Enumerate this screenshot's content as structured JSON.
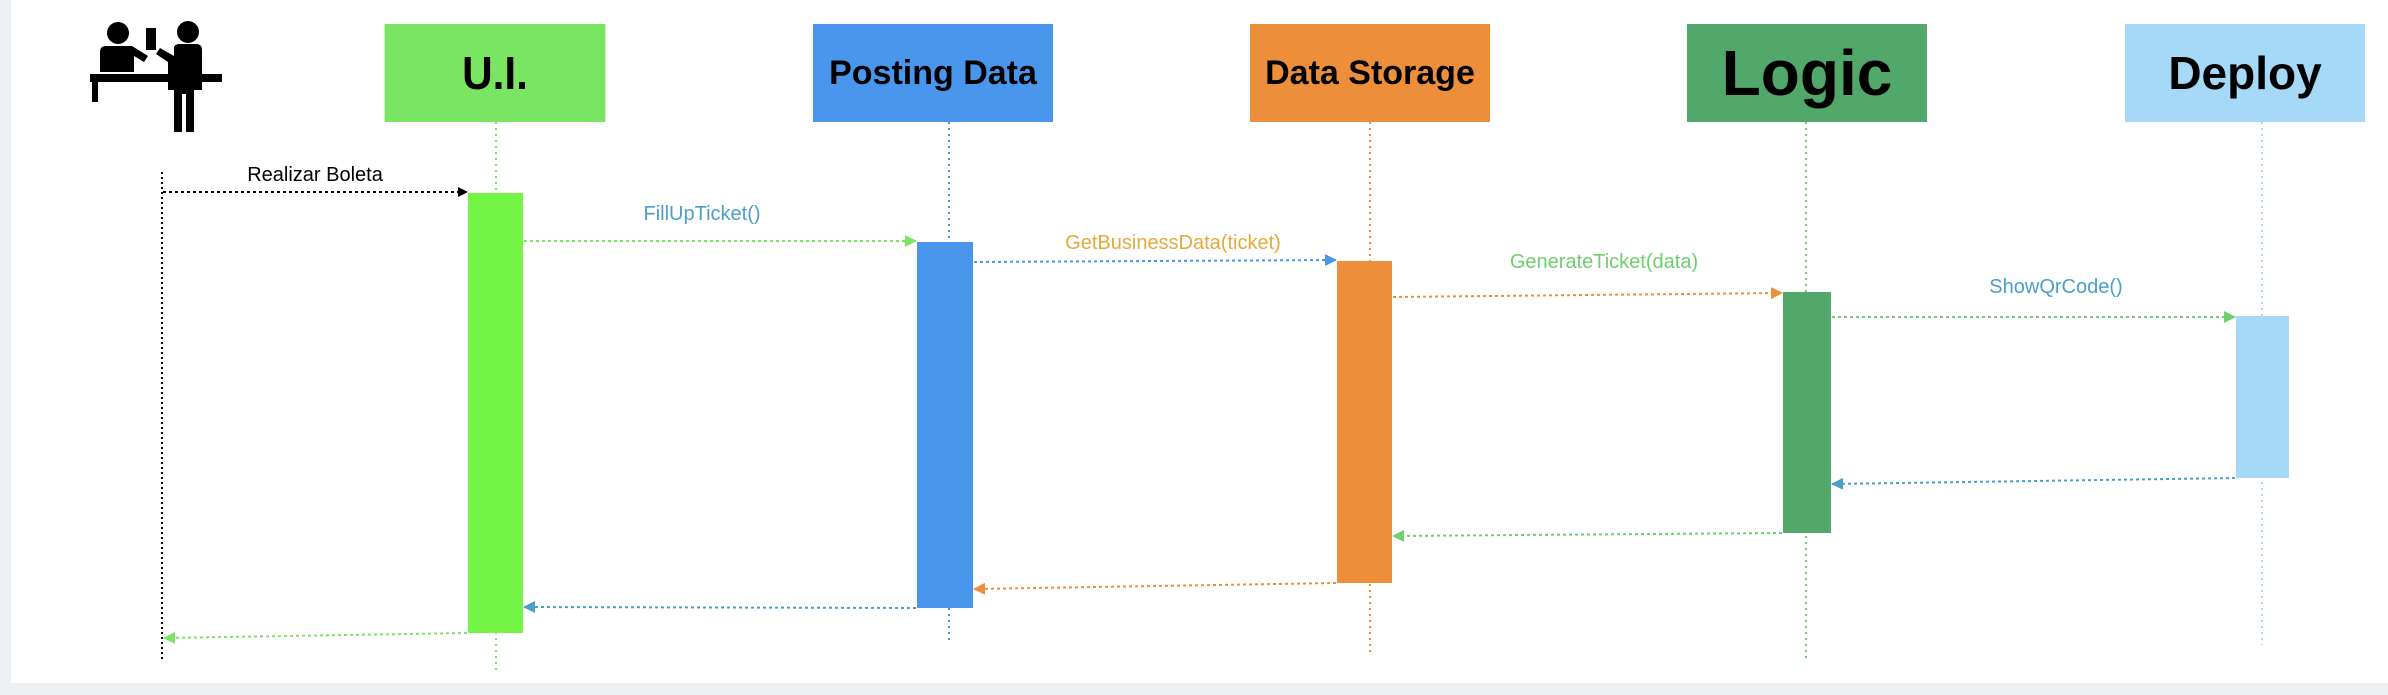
{
  "participants": [
    {
      "id": "ui",
      "label": "U.I.",
      "color": "#7ae562"
    },
    {
      "id": "posting",
      "label": "Posting Data",
      "color": "#4a96ec"
    },
    {
      "id": "storage",
      "label": "Data Storage",
      "color": "#ec8e3a"
    },
    {
      "id": "logic",
      "label": "Logic",
      "color": "#52a86a"
    },
    {
      "id": "deploy",
      "label": "Deploy",
      "color": "#a6d8f8"
    }
  ],
  "actor": {
    "icon": "person-at-desk-icon"
  },
  "activation_colors": {
    "ui": "#74f545",
    "posting": "#4a96ec",
    "storage": "#ec8e3a",
    "logic": "#52a86a",
    "deploy": "#a6d8f8"
  },
  "messages": [
    {
      "label": "Realizar Boleta",
      "color": "#000000",
      "label_color": "#000000"
    },
    {
      "label": "FillUpTicket()",
      "color": "#7ae562",
      "label_color": "#4a9fc8"
    },
    {
      "label": "GetBusinessData(ticket)",
      "color": "#4a96ec",
      "label_color": "#e8a838"
    },
    {
      "label": "GenerateTicket(data)",
      "color": "#ec8e3a",
      "label_color": "#6ecf6e"
    },
    {
      "label": "ShowQrCode()",
      "color": "#6ecf6e",
      "label_color": "#4a9fc8"
    }
  ],
  "returns": [
    {
      "from": "deploy",
      "to": "logic",
      "color": "#4a9fc8"
    },
    {
      "from": "logic",
      "to": "storage",
      "color": "#6ecf6e"
    },
    {
      "from": "storage",
      "to": "posting",
      "color": "#ec8e3a"
    },
    {
      "from": "posting",
      "to": "ui",
      "color": "#4a9fc8"
    },
    {
      "from": "ui",
      "to": "actor",
      "color": "#7ae562"
    }
  ]
}
